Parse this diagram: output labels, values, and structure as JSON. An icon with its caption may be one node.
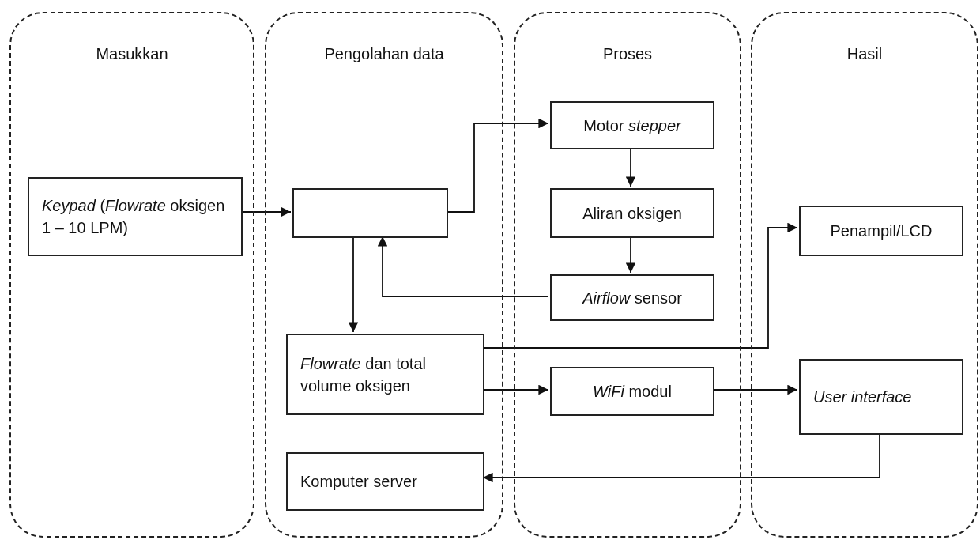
{
  "diagram": {
    "nodes": [
      {
        "text": [
          "Masukkan"
        ]
      },
      {
        "text": [
          "Pengolahan data"
        ]
      },
      {
        "text": [
          "Proses"
        ]
      },
      {
        "text": [
          "Hasil"
        ]
      },
      {
        "text": [
          "*Keypad* (*Flowrate* oksigen 1 – 10 LPM)"
        ],
        "in": 0
      },
      {
        "text": [],
        "shape": "box",
        "in": 1
      },
      {
        "text": [
          "*Flowrate* dan total volume oksigen"
        ],
        "in": 1
      },
      {
        "text": [
          "Komputer server"
        ],
        "in": 1
      },
      {
        "text": [
          "Motor *stepper*"
        ],
        "in": 2
      },
      {
        "text": [
          "Aliran oksigen"
        ],
        "in": 2
      },
      {
        "text": [
          "*Airflow* sensor"
        ],
        "in": 2
      },
      {
        "text": [
          "*WiFi* modul"
        ],
        "in": 2
      },
      {
        "text": [
          "Penampil/LCD"
        ],
        "in": 3
      },
      {
        "text": [
          "User interface"
        ],
        "in": 3
      }
    ],
    "edges": [
      {
        "from": 4,
        "to": 5,
        "arrow": "to"
      },
      {
        "from": 5,
        "to": 8,
        "arrow": "to"
      },
      {
        "from": 8,
        "to": 9,
        "arrow": "to"
      },
      {
        "from": 9,
        "to": 10,
        "arrow": "to"
      },
      {
        "from": 10,
        "to": 5,
        "arrow": "to"
      },
      {
        "from": 5,
        "to": 6,
        "arrow": "to"
      },
      {
        "from": 6,
        "to": 12,
        "arrow": "to"
      },
      {
        "from": 6,
        "to": 11,
        "arrow": "to"
      },
      {
        "from": 11,
        "to": 13,
        "arrow": "to"
      },
      {
        "from": 13,
        "to": 7,
        "arrow": "to"
      }
    ]
  }
}
